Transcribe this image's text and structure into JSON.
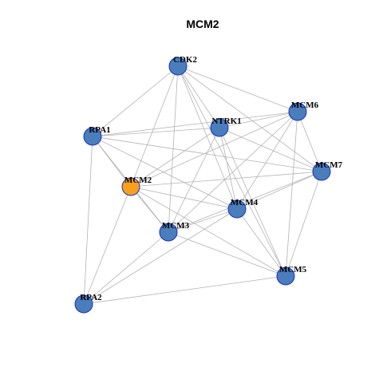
{
  "title": "MCM2",
  "colors": {
    "query_node_fill": "#F7A01D",
    "node_fill": "#4A7EBB",
    "node_stroke": "#1A2FBF",
    "edge_stroke": "#B3B3B3"
  },
  "nodes": [
    {
      "id": "CDK2",
      "label": "CDK2",
      "query": false
    },
    {
      "id": "MCM6",
      "label": "MCM6",
      "query": false
    },
    {
      "id": "NTRK1",
      "label": "NTRK1",
      "query": false
    },
    {
      "id": "RPA1",
      "label": "RPA1",
      "query": false
    },
    {
      "id": "MCM7",
      "label": "MCM7",
      "query": false
    },
    {
      "id": "MCM2",
      "label": "MCM2",
      "query": true
    },
    {
      "id": "MCM4",
      "label": "MCM4",
      "query": false
    },
    {
      "id": "MCM3",
      "label": "MCM3",
      "query": false
    },
    {
      "id": "MCM5",
      "label": "MCM5",
      "query": false
    },
    {
      "id": "RPA2",
      "label": "RPA2",
      "query": false
    }
  ],
  "edges": [
    [
      "CDK2",
      "MCM6"
    ],
    [
      "CDK2",
      "MCM7"
    ],
    [
      "CDK2",
      "NTRK1"
    ],
    [
      "CDK2",
      "RPA1"
    ],
    [
      "CDK2",
      "MCM2"
    ],
    [
      "CDK2",
      "MCM4"
    ],
    [
      "CDK2",
      "MCM3"
    ],
    [
      "CDK2",
      "MCM5"
    ],
    [
      "MCM6",
      "NTRK1"
    ],
    [
      "MCM6",
      "RPA1"
    ],
    [
      "MCM6",
      "MCM7"
    ],
    [
      "MCM6",
      "MCM2"
    ],
    [
      "MCM6",
      "MCM4"
    ],
    [
      "MCM6",
      "MCM3"
    ],
    [
      "MCM6",
      "MCM5"
    ],
    [
      "NTRK1",
      "RPA1"
    ],
    [
      "NTRK1",
      "MCM7"
    ],
    [
      "NTRK1",
      "MCM2"
    ],
    [
      "NTRK1",
      "MCM4"
    ],
    [
      "NTRK1",
      "MCM3"
    ],
    [
      "NTRK1",
      "MCM5"
    ],
    [
      "RPA1",
      "MCM7"
    ],
    [
      "RPA1",
      "MCM2"
    ],
    [
      "RPA1",
      "MCM4"
    ],
    [
      "RPA1",
      "MCM3"
    ],
    [
      "RPA1",
      "RPA2"
    ],
    [
      "MCM7",
      "MCM2"
    ],
    [
      "MCM7",
      "MCM4"
    ],
    [
      "MCM7",
      "MCM3"
    ],
    [
      "MCM7",
      "MCM5"
    ],
    [
      "MCM2",
      "MCM4"
    ],
    [
      "MCM2",
      "MCM3"
    ],
    [
      "MCM2",
      "MCM5"
    ],
    [
      "MCM2",
      "RPA2"
    ],
    [
      "MCM4",
      "MCM3"
    ],
    [
      "MCM4",
      "MCM5"
    ],
    [
      "MCM4",
      "RPA2"
    ],
    [
      "MCM3",
      "MCM5"
    ],
    [
      "MCM3",
      "RPA2"
    ],
    [
      "MCM5",
      "RPA2"
    ]
  ]
}
